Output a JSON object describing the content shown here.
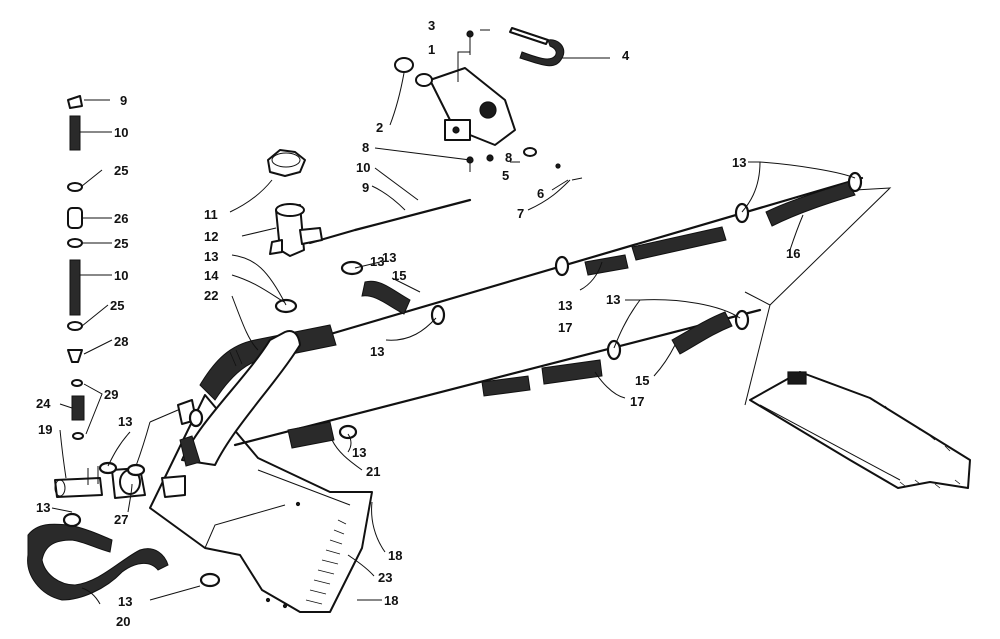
{
  "diagram": {
    "labels": [
      {
        "id": "l1",
        "text": "1"
      },
      {
        "id": "l2",
        "text": "2"
      },
      {
        "id": "l3",
        "text": "3"
      },
      {
        "id": "l4",
        "text": "4"
      },
      {
        "id": "l5",
        "text": "5"
      },
      {
        "id": "l6",
        "text": "6"
      },
      {
        "id": "l7",
        "text": "7"
      },
      {
        "id": "l8a",
        "text": "8"
      },
      {
        "id": "l8b",
        "text": "8"
      },
      {
        "id": "l9a",
        "text": "9"
      },
      {
        "id": "l9b",
        "text": "9"
      },
      {
        "id": "l10a",
        "text": "10"
      },
      {
        "id": "l10b",
        "text": "10"
      },
      {
        "id": "l10c",
        "text": "10"
      },
      {
        "id": "l11",
        "text": "11"
      },
      {
        "id": "l12",
        "text": "12"
      },
      {
        "id": "l13a",
        "text": "13"
      },
      {
        "id": "l13b",
        "text": "13"
      },
      {
        "id": "l13c",
        "text": "13"
      },
      {
        "id": "l13d",
        "text": "13"
      },
      {
        "id": "l13e",
        "text": "13"
      },
      {
        "id": "l13f",
        "text": "13"
      },
      {
        "id": "l13g",
        "text": "13"
      },
      {
        "id": "l13h",
        "text": "13"
      },
      {
        "id": "l13i",
        "text": "13"
      },
      {
        "id": "l13j",
        "text": "13"
      },
      {
        "id": "l13k",
        "text": "13"
      },
      {
        "id": "l14",
        "text": "14"
      },
      {
        "id": "l15a",
        "text": "15"
      },
      {
        "id": "l15b",
        "text": "15"
      },
      {
        "id": "l16",
        "text": "16"
      },
      {
        "id": "l17a",
        "text": "17"
      },
      {
        "id": "l17b",
        "text": "17"
      },
      {
        "id": "l18a",
        "text": "18"
      },
      {
        "id": "l18b",
        "text": "18"
      },
      {
        "id": "l19",
        "text": "19"
      },
      {
        "id": "l20",
        "text": "20"
      },
      {
        "id": "l21",
        "text": "21"
      },
      {
        "id": "l22",
        "text": "22"
      },
      {
        "id": "l23",
        "text": "23"
      },
      {
        "id": "l24",
        "text": "24"
      },
      {
        "id": "l25a",
        "text": "25"
      },
      {
        "id": "l25b",
        "text": "25"
      },
      {
        "id": "l25c",
        "text": "25"
      },
      {
        "id": "l26",
        "text": "26"
      },
      {
        "id": "l27",
        "text": "27"
      },
      {
        "id": "l28",
        "text": "28"
      },
      {
        "id": "l29",
        "text": "29"
      }
    ]
  }
}
